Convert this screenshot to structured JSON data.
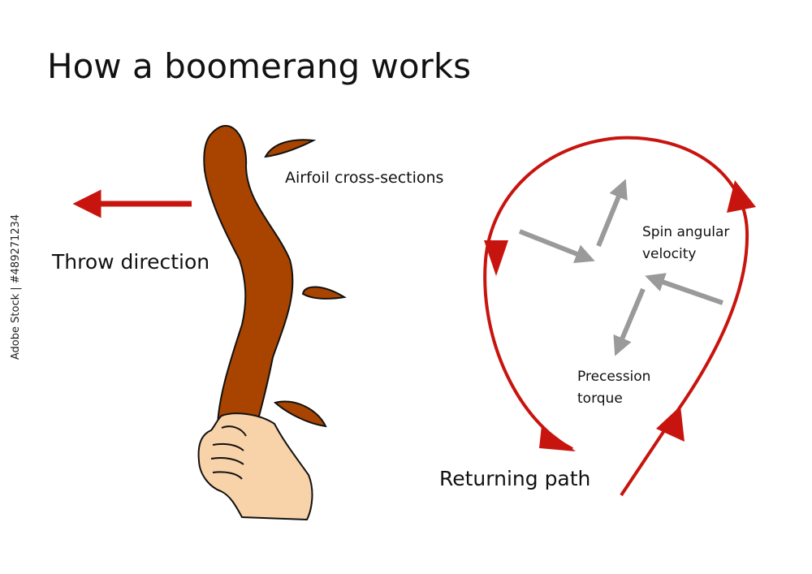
{
  "title": "How a boomerang works",
  "labels": {
    "throw_direction": "Throw direction",
    "airfoil": "Airfoil cross-sections",
    "spin_line1": "Spin angular",
    "spin_line2": "velocity",
    "precession_line1": "Precession",
    "precession_line2": "torque",
    "returning_path": "Returning path"
  },
  "watermark": "Adobe Stock | #489271234",
  "colors": {
    "arrow_red": "#c8140e",
    "boomerang": "#a84400",
    "outline": "#111111",
    "skin": "#f8d2a8",
    "gray_arrow": "#9a9a9a"
  },
  "icons": {
    "boomerang": "boomerang-icon",
    "hand": "hand-icon"
  }
}
